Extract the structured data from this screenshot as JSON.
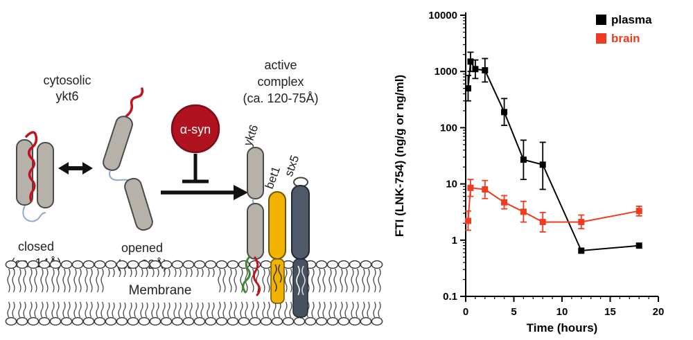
{
  "diagram": {
    "cytosolic": {
      "line1": "cytosolic",
      "line2": "ykt6"
    },
    "closed": {
      "label": "closed",
      "size": "(ca. 14Å)"
    },
    "opened": {
      "label": "opened",
      "size": "(ca. 22Å)"
    },
    "alpha_syn": {
      "label": "α-syn",
      "fill": "#b0121f"
    },
    "active_complex": {
      "line1": "active",
      "line2": "complex",
      "line3": "(ca. 120-75Å)"
    },
    "proteins": {
      "ykt6": "ykt6",
      "bet1": "bet1",
      "stx5": "stx5"
    },
    "membrane": {
      "label": "Membrane"
    },
    "colors": {
      "cylinder": "#b6b1a9",
      "bet1": "#f2b200",
      "stx5": "#4e5a69",
      "stx5_tail": "#46525f",
      "snare_red": "#c2121f",
      "linker_blue": "#8fa8cc",
      "green_tail": "#3a8a2e"
    }
  },
  "chart_data": {
    "type": "line",
    "title": "",
    "x_axis": {
      "label": "Time (hours)",
      "min": 0,
      "max": 20,
      "scale": "linear",
      "ticks": [
        0,
        5,
        10,
        15,
        20
      ],
      "tick_labels": [
        "0",
        "5",
        "10",
        "15",
        "20"
      ]
    },
    "y_axis": {
      "label": "FTI (LNK-754) (ng/g or ng/ml)",
      "min": 0.1,
      "max": 10000,
      "scale": "log",
      "ticks": [
        0.1,
        1,
        10,
        100,
        1000,
        10000
      ],
      "tick_labels": [
        "0.1",
        "1",
        "10",
        "100",
        "1000",
        "10000"
      ]
    },
    "legend": {
      "position": "top-right"
    },
    "grid": false,
    "series": [
      {
        "name": "plasma",
        "color": "#000000",
        "marker": "square",
        "points": [
          {
            "x": 0.25,
            "y": 500,
            "ylow": 300,
            "yhigh": 850
          },
          {
            "x": 0.5,
            "y": 1500,
            "ylow": 1000,
            "yhigh": 2200
          },
          {
            "x": 1,
            "y": 1100,
            "ylow": 750,
            "yhigh": 1600
          },
          {
            "x": 2,
            "y": 1050,
            "ylow": 650,
            "yhigh": 1700
          },
          {
            "x": 4,
            "y": 190,
            "ylow": 110,
            "yhigh": 330
          },
          {
            "x": 6,
            "y": 27,
            "ylow": 12,
            "yhigh": 60
          },
          {
            "x": 8,
            "y": 22,
            "ylow": 8,
            "yhigh": 55
          },
          {
            "x": 12,
            "y": 0.65
          },
          {
            "x": 18,
            "y": 0.8
          }
        ]
      },
      {
        "name": "brain",
        "color": "#f03b20",
        "marker": "square",
        "points": [
          {
            "x": 0.25,
            "y": 2.2,
            "ylow": 1.5,
            "yhigh": 3.3
          },
          {
            "x": 0.5,
            "y": 8.5,
            "ylow": 6,
            "yhigh": 12
          },
          {
            "x": 2,
            "y": 8,
            "ylow": 5.5,
            "yhigh": 11.5
          },
          {
            "x": 4,
            "y": 4.7,
            "ylow": 3.6,
            "yhigh": 6.2
          },
          {
            "x": 6,
            "y": 3.2,
            "ylow": 2.1,
            "yhigh": 4.9
          },
          {
            "x": 8,
            "y": 2.1,
            "ylow": 1.4,
            "yhigh": 3.1
          },
          {
            "x": 12,
            "y": 2.1,
            "ylow": 1.6,
            "yhigh": 2.8
          },
          {
            "x": 18,
            "y": 3.3,
            "ylow": 2.7,
            "yhigh": 4
          }
        ]
      }
    ]
  }
}
